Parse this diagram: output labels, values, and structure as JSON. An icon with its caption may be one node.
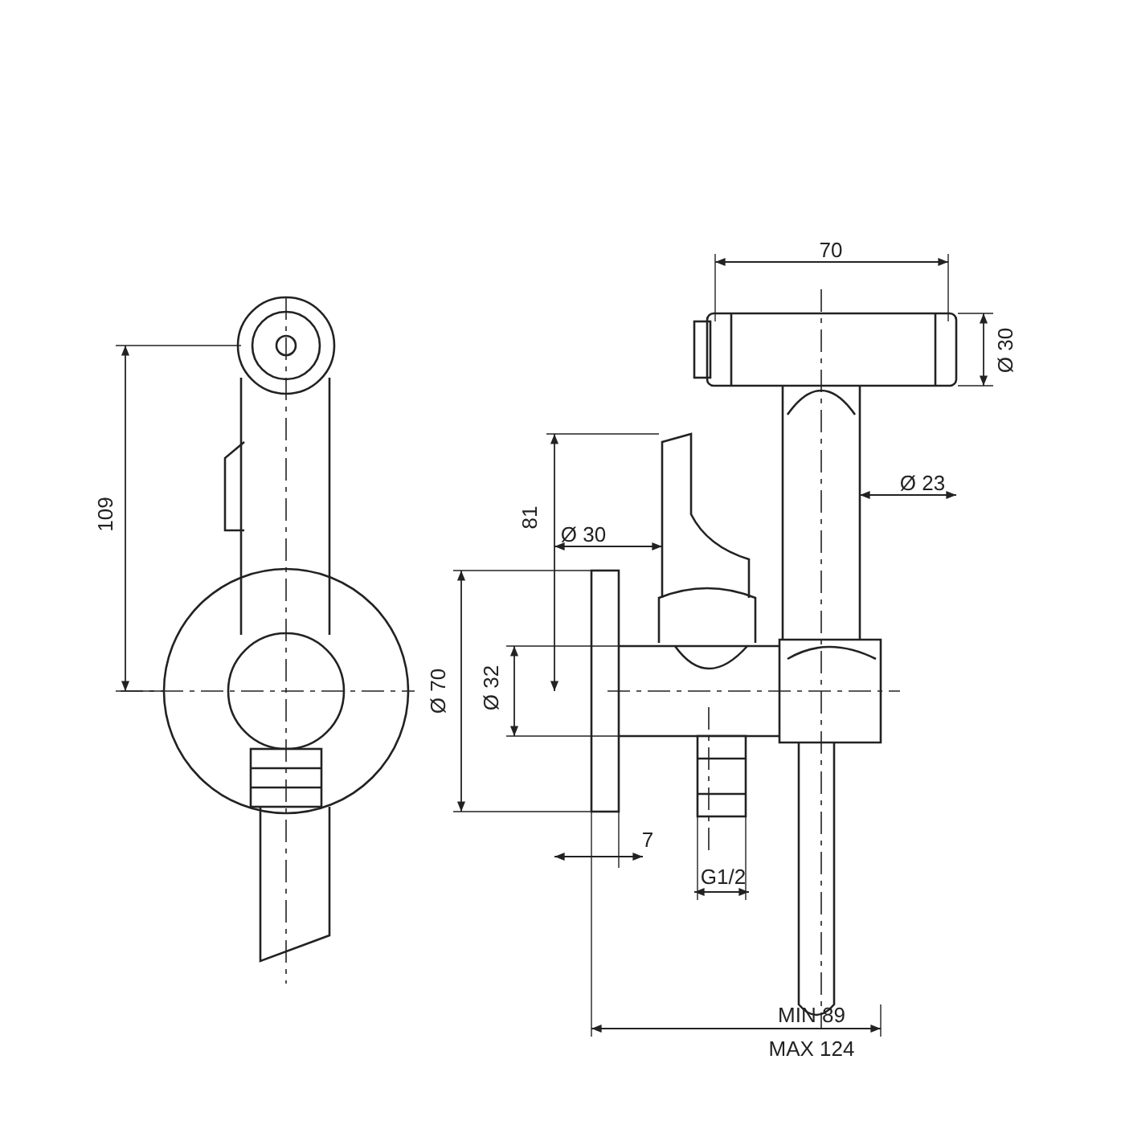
{
  "diagram": {
    "labels": [
      "70",
      "Ø 30",
      "109",
      "81",
      "Ø 30",
      "Ø 23",
      "Ø 70",
      "Ø 32",
      "7",
      "G1/2",
      "MIN 89",
      "MAX 124"
    ]
  }
}
